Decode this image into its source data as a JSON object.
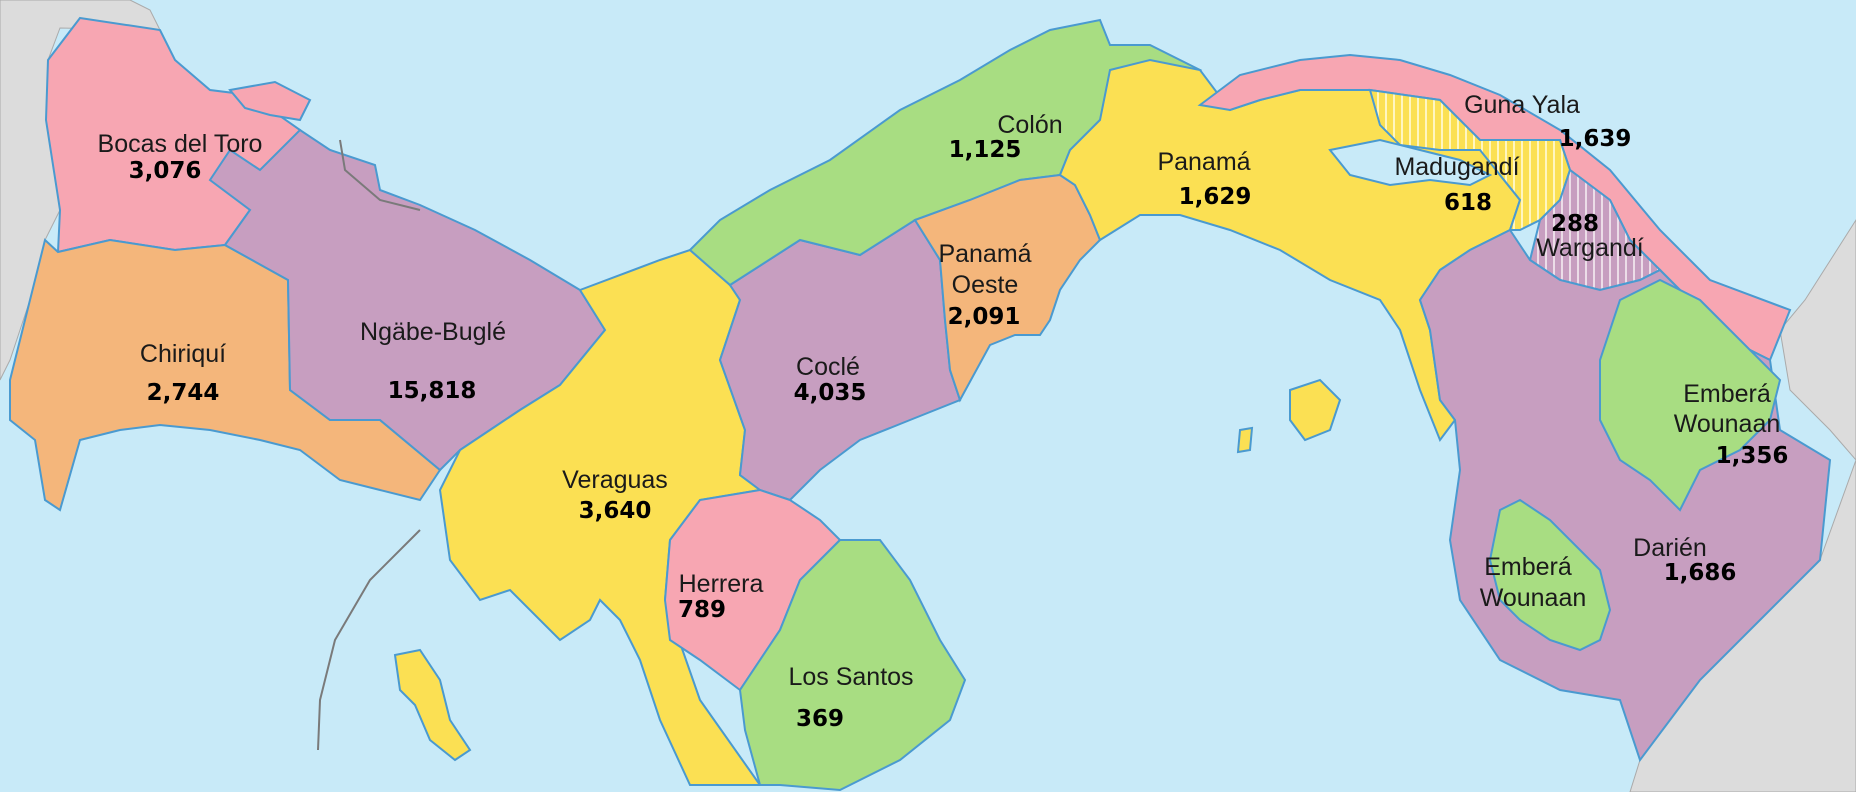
{
  "colors": {
    "sea": "#c8eaf8",
    "neighbor": "#dcdcdc",
    "pink": "#f7a6b2",
    "orange": "#f4b67b",
    "purple": "#c79ec0",
    "yellow": "#fbe053",
    "green": "#a8dd82",
    "coast": "#4a9ad0"
  },
  "regions": {
    "bocas_del_toro": {
      "name": "Bocas del Toro",
      "value": "3,076"
    },
    "chiriqui": {
      "name": "Chiriquí",
      "value": "2,744"
    },
    "ngabe_bugle": {
      "name": "Ngäbe-Buglé",
      "value": "15,818"
    },
    "veraguas": {
      "name": "Veraguas",
      "value": "3,640"
    },
    "cocle": {
      "name": "Coclé",
      "value": "4,035"
    },
    "herrera": {
      "name": "Herrera",
      "value": "789"
    },
    "los_santos": {
      "name": "Los Santos",
      "value": "369"
    },
    "colon": {
      "name": "Colón",
      "value": "1,125"
    },
    "panama_oeste": {
      "name_line1": "Panamá",
      "name_line2": "Oeste",
      "value": "2,091"
    },
    "panama": {
      "name": "Panamá",
      "value": "1,629"
    },
    "guna_yala": {
      "name": "Guna Yala",
      "value": "1,639"
    },
    "madugandi": {
      "name": "Madugandí",
      "value": "618"
    },
    "wargandi": {
      "name": "Wargandí",
      "value": "288"
    },
    "embera_wounaan_north": {
      "name_line1": "Emberá",
      "name_line2": "Wounaan",
      "value": "1,356"
    },
    "embera_wounaan_south": {
      "name_line1": "Emberá",
      "name_line2": "Wounaan"
    },
    "darien": {
      "name": "Darién",
      "value": "1,686"
    }
  }
}
